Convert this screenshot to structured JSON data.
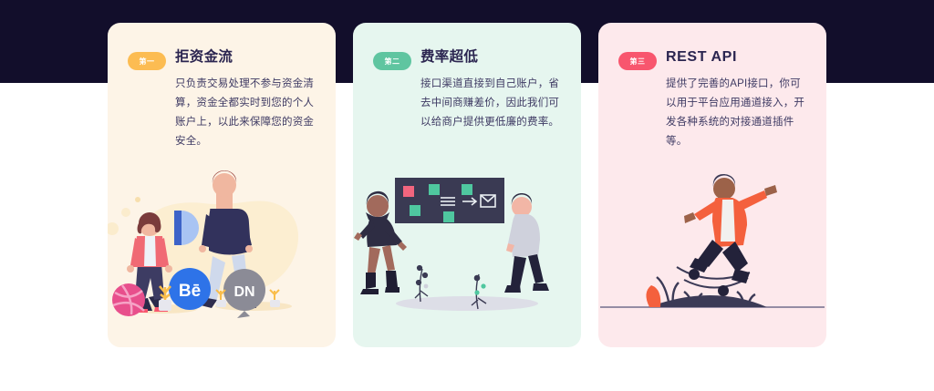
{
  "page": {
    "background_color": "#ffffff",
    "band_color": "#120e2b"
  },
  "cards": [
    {
      "id": "card-reject-fund-flow",
      "badge": "第一",
      "badge_color": "#fcbc52",
      "title": "拒资金流",
      "description": "只负责交易处理不参与资金清算，资金全都实时到您的个人账户上，以此来保障您的资金安全。",
      "background_color": "#fdf4e7",
      "illustration": "two-people-social-badges-illustration",
      "illustration_labels": [
        "Bē",
        "DN"
      ]
    },
    {
      "id": "card-low-rate",
      "badge": "第二",
      "badge_color": "#5fc5a0",
      "title": "费率超低",
      "description": "接口渠道直接到自己账户，省去中间商赚差价，因此我们可以给商户提供更低廉的费率。",
      "background_color": "#e6f6ef",
      "illustration": "two-people-sticky-note-board-illustration",
      "illustration_labels": []
    },
    {
      "id": "card-rest-api",
      "badge": "第三",
      "badge_color": "#f8566e",
      "title": "REST API",
      "description": "提供了完善的API接口，你可以用于平台应用通道接入，开发各种系统的对接通道插件等。",
      "background_color": "#fde9ec",
      "illustration": "skateboarder-illustration",
      "illustration_labels": []
    }
  ]
}
